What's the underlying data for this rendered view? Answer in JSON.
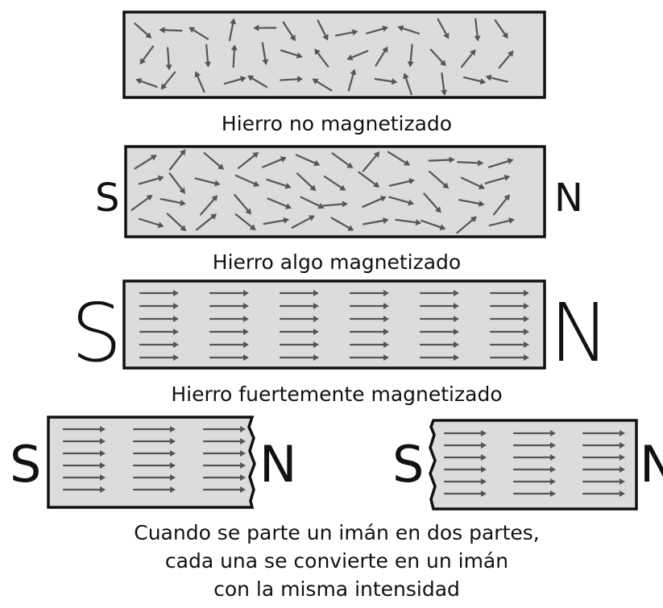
{
  "captions": {
    "unmagnetized": "Hierro no magnetizado",
    "weak": "Hierro algo magnetizado",
    "strong": "Hierro fuertemente magnetizado",
    "split_line1": "Cuando se parte un imán en dos partes,",
    "split_line2": "cada una se convierte en un imán",
    "split_line3": "con la misma intensidad"
  },
  "poles": {
    "south": "S",
    "north": "N"
  },
  "colors": {
    "bar_fill": "#dcdcdc",
    "outline": "#111111",
    "arrow": "#555555"
  }
}
